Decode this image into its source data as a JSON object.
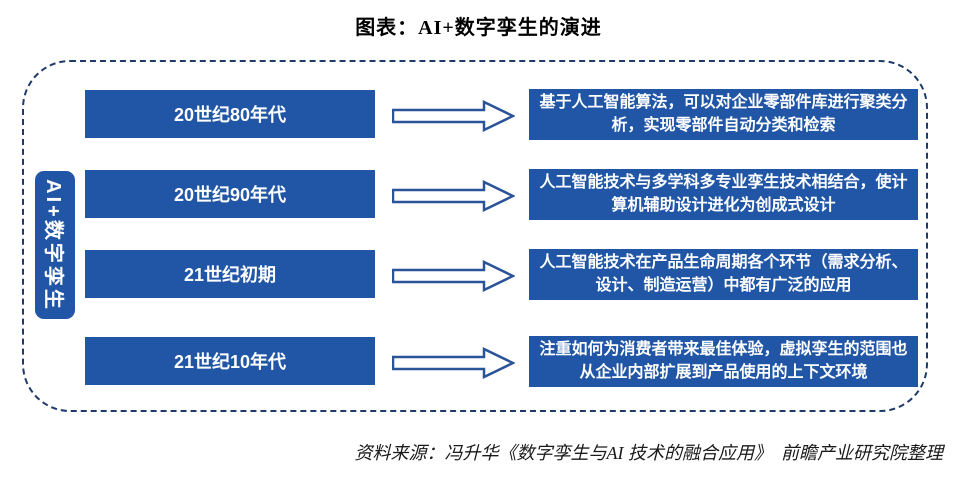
{
  "title": "图表：AI+数字孪生的演进",
  "diagram": {
    "side_label": "AI+数字孪生",
    "rows": [
      {
        "era": "20世纪80年代",
        "description": "基于人工智能算法，可以对企业零部件库进行聚类分析，实现零部件自动分类和检索"
      },
      {
        "era": "20世纪90年代",
        "description": "人工智能技术与多学科多专业孪生技术相结合，使计算机辅助设计进化为创成式设计"
      },
      {
        "era": "21世纪初期",
        "description": "人工智能技术在产品生命周期各个环节（需求分析、设计、制造运营）中都有广泛的应用"
      },
      {
        "era": "21世纪10年代",
        "description": "注重如何为消费者带来最佳体验，虚拟孪生的范围也从企业内部扩展到产品使用的上下文环境"
      }
    ]
  },
  "source": "资料来源：冯升华《数字孪生与AI 技术的融合应用》　前瞻产业研究院整理",
  "colors": {
    "box_blue": "#2156a6",
    "dashed_border_navy": "#1e3a6b",
    "arrow_stroke": "#2b5498",
    "box_text": "#ffffff",
    "title_text": "#000000"
  }
}
